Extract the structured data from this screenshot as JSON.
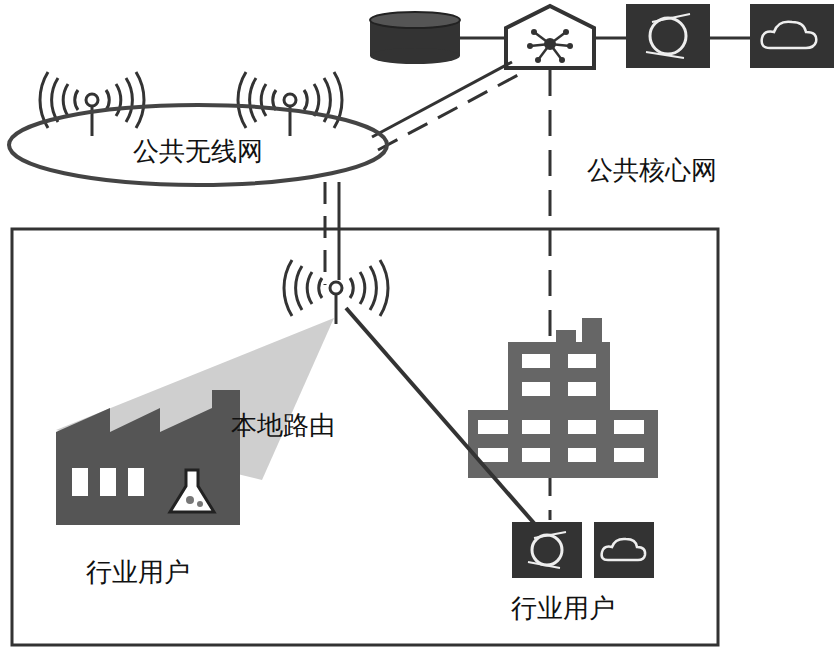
{
  "diagram": {
    "nodes": [
      {
        "text": [
          "公共无线网"
        ]
      }
    ],
    "labels": [
      "公共核心网",
      "本地路由",
      "行业用户",
      "行业用户"
    ]
  }
}
